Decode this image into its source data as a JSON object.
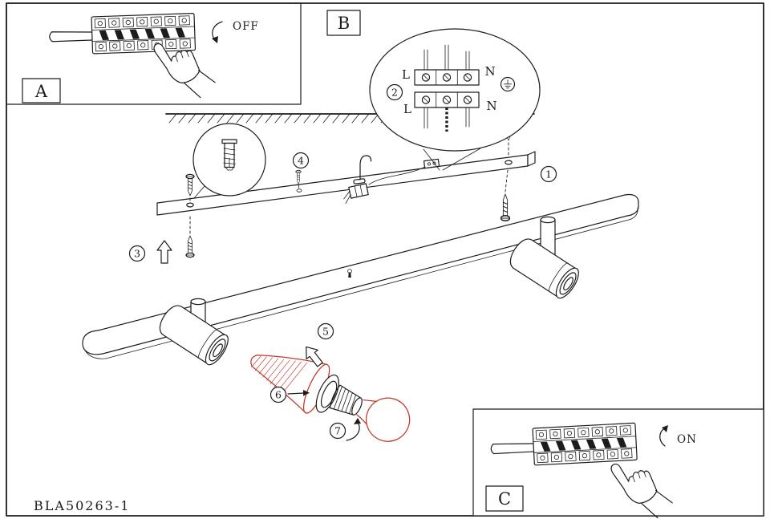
{
  "panels": {
    "a": {
      "label": "A",
      "switch_state": "OFF"
    },
    "b": {
      "label": "B"
    },
    "c": {
      "label": "C",
      "switch_state": "ON"
    }
  },
  "detail_view": {
    "terminals": {
      "top_left": "L",
      "top_right": "N",
      "bottom_left": "L",
      "bottom_right": "N"
    }
  },
  "steps": [
    {
      "number": "1"
    },
    {
      "number": "2"
    },
    {
      "number": "3"
    },
    {
      "number": "4"
    },
    {
      "number": "5"
    },
    {
      "number": "6"
    },
    {
      "number": "7"
    }
  ],
  "footer": {
    "model_code": "BLA50263-1"
  },
  "colors": {
    "ink": "#1c1c1c",
    "accent_red": "#c0392b",
    "background": "#ffffff"
  }
}
